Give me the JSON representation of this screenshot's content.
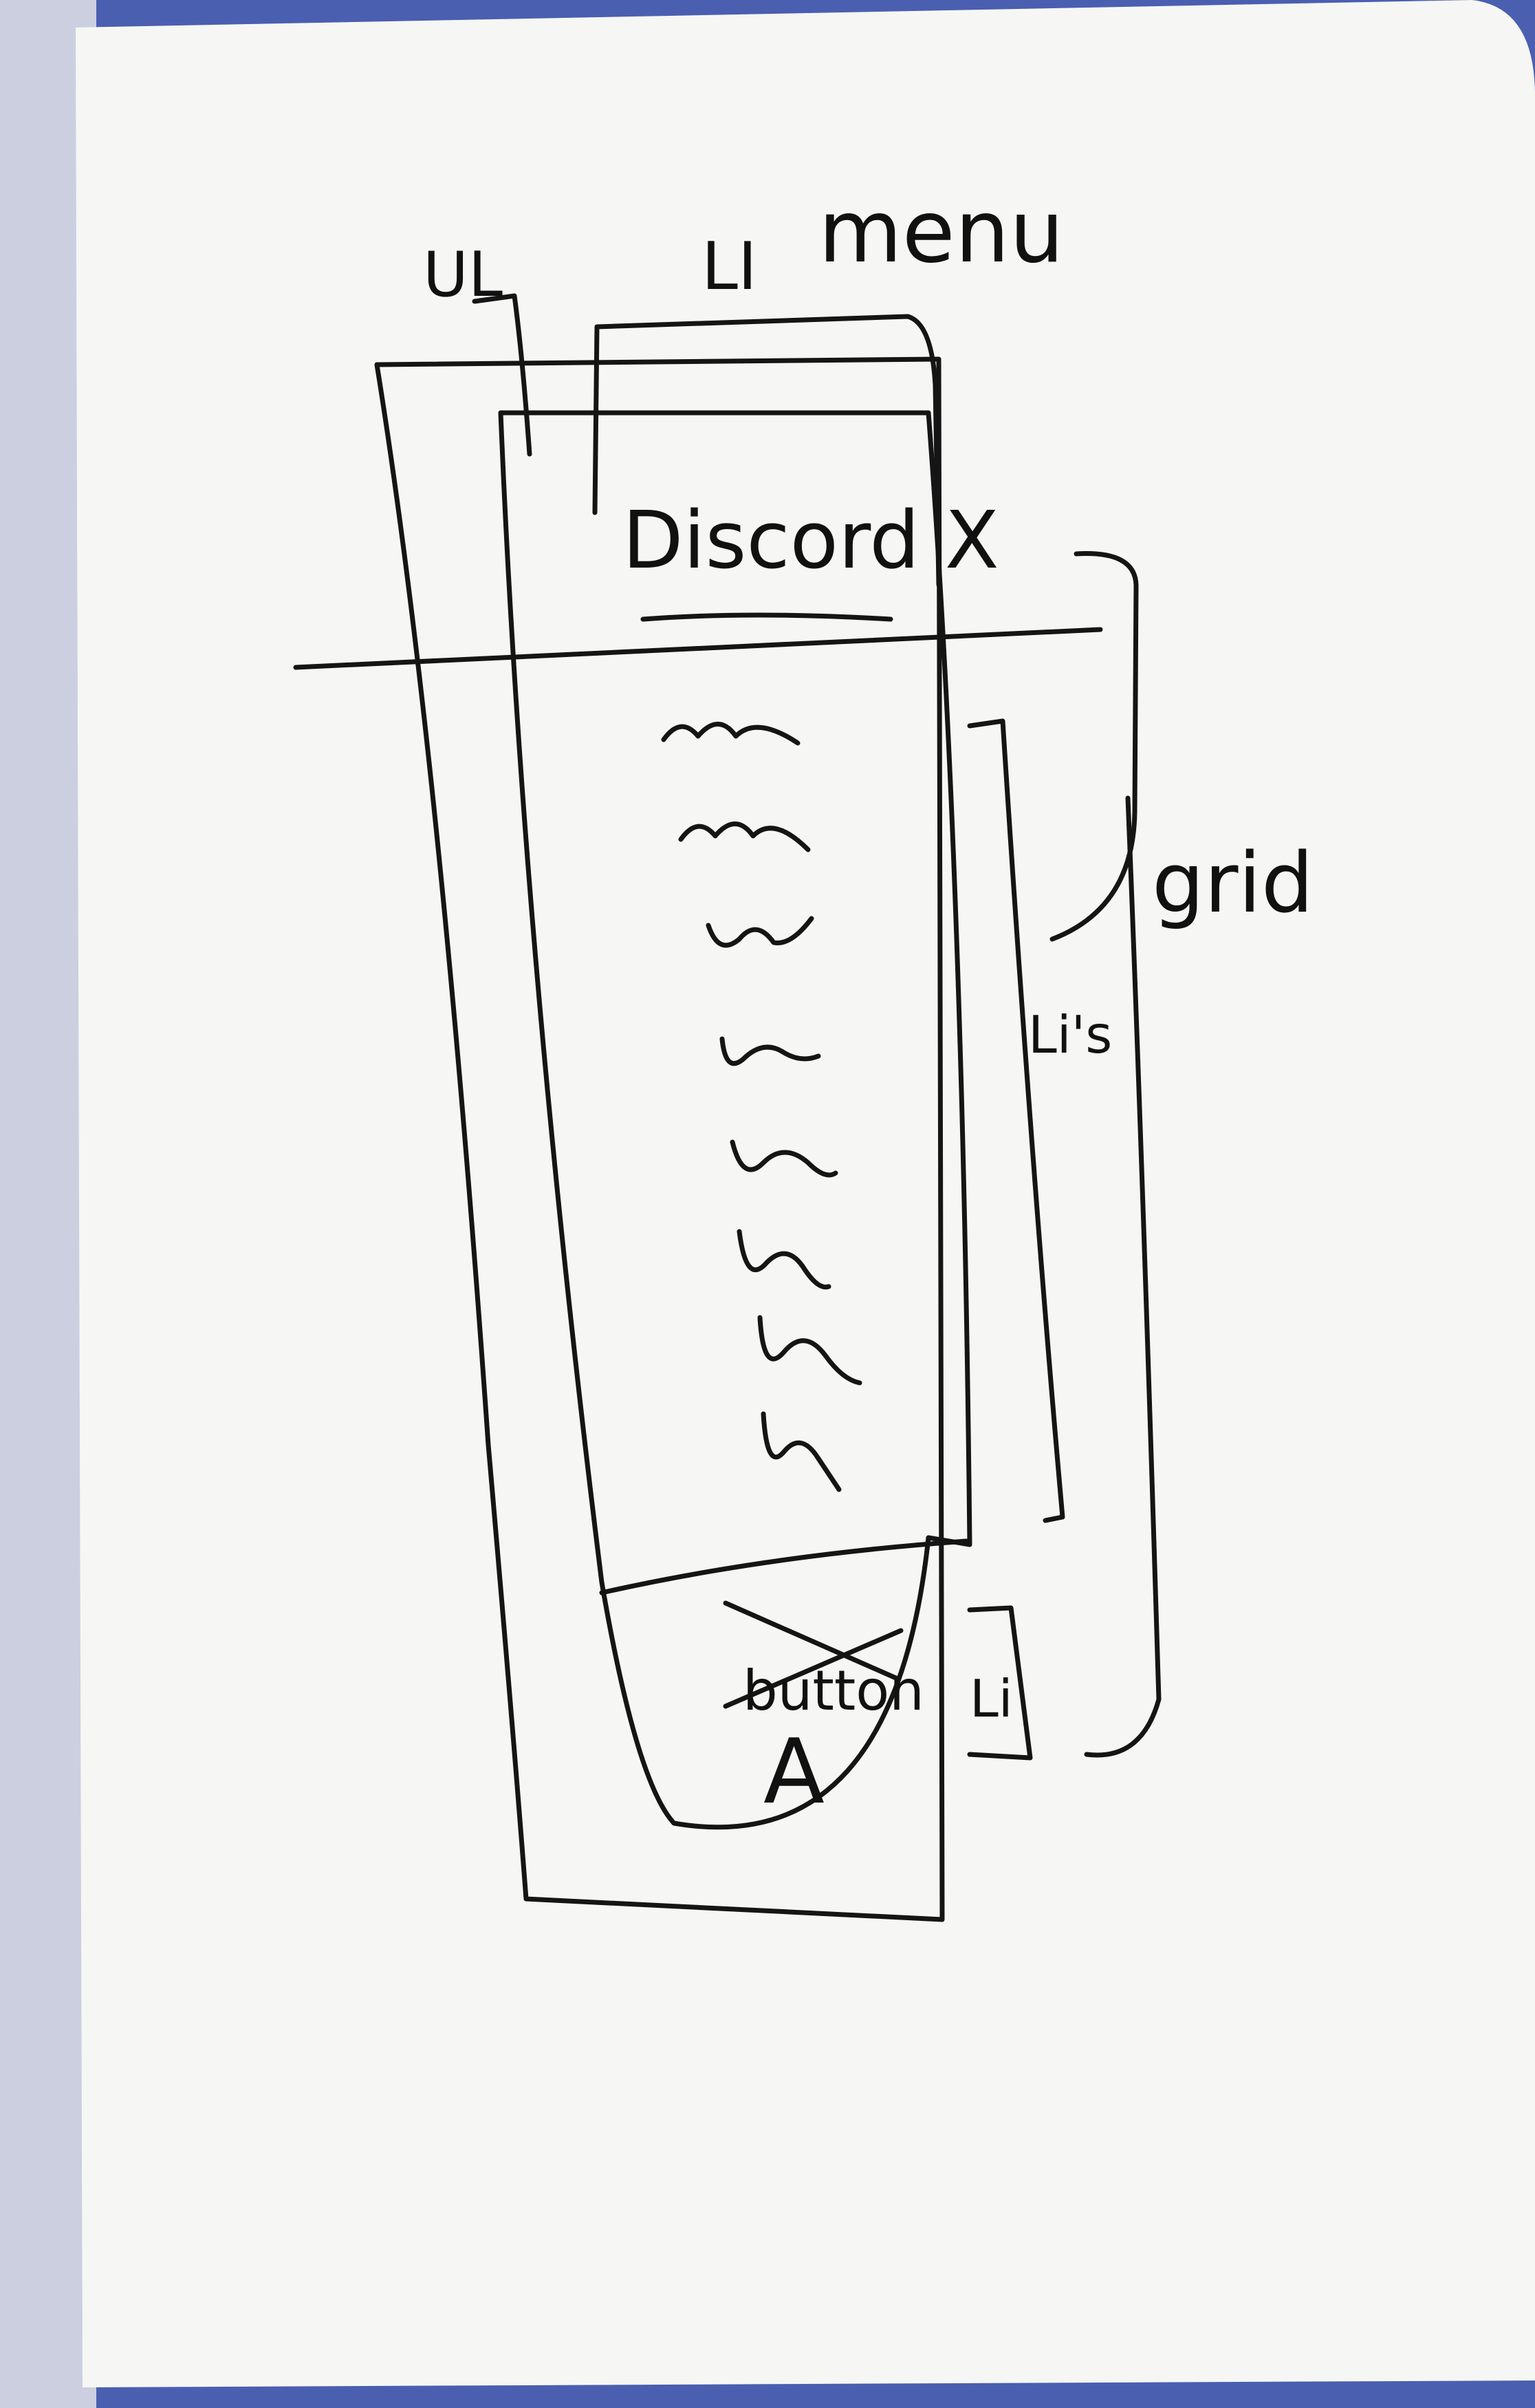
{
  "labels": {
    "ul": "UL",
    "li": "LI",
    "menu": "menu",
    "header_text": "Discord X",
    "grid": "grid",
    "lis": "Li's",
    "button_crossed": "button",
    "button_li": "Li",
    "anchor": "A"
  },
  "sketch": {
    "ink_color": "#151515",
    "paper_color": "#f6f6f4",
    "binding_color": "#4a5fb0",
    "wavy_item_count": 8
  }
}
